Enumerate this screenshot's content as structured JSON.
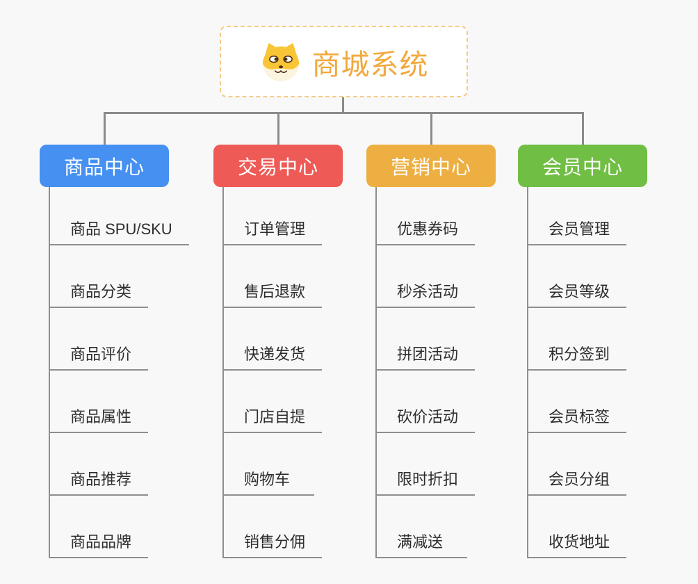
{
  "root": {
    "title": "商城系统",
    "icon": "shiba-dog-icon"
  },
  "branches": [
    {
      "label": "商品中心",
      "color": "#4590F0",
      "items": [
        "商品 SPU/SKU",
        "商品分类",
        "商品评价",
        "商品属性",
        "商品推荐",
        "商品品牌"
      ]
    },
    {
      "label": "交易中心",
      "color": "#EE5A55",
      "items": [
        "订单管理",
        "售后退款",
        "快递发货",
        "门店自提",
        "购物车",
        "销售分佣"
      ]
    },
    {
      "label": "营销中心",
      "color": "#EDAF41",
      "items": [
        "优惠券码",
        "秒杀活动",
        "拼团活动",
        "砍价活动",
        "限时折扣",
        "满减送"
      ]
    },
    {
      "label": "会员中心",
      "color": "#70BE44",
      "items": [
        "会员管理",
        "会员等级",
        "积分签到",
        "会员标签",
        "会员分组",
        "收货地址"
      ]
    }
  ],
  "colors": {
    "background": "#f8f8f8",
    "root_text": "#F2A93D",
    "root_border": "#F6CA86",
    "connector": "#8b8b8b",
    "item_line": "#8e8e8e",
    "item_text": "#2d2d2d",
    "branch_text": "#ffffff"
  }
}
